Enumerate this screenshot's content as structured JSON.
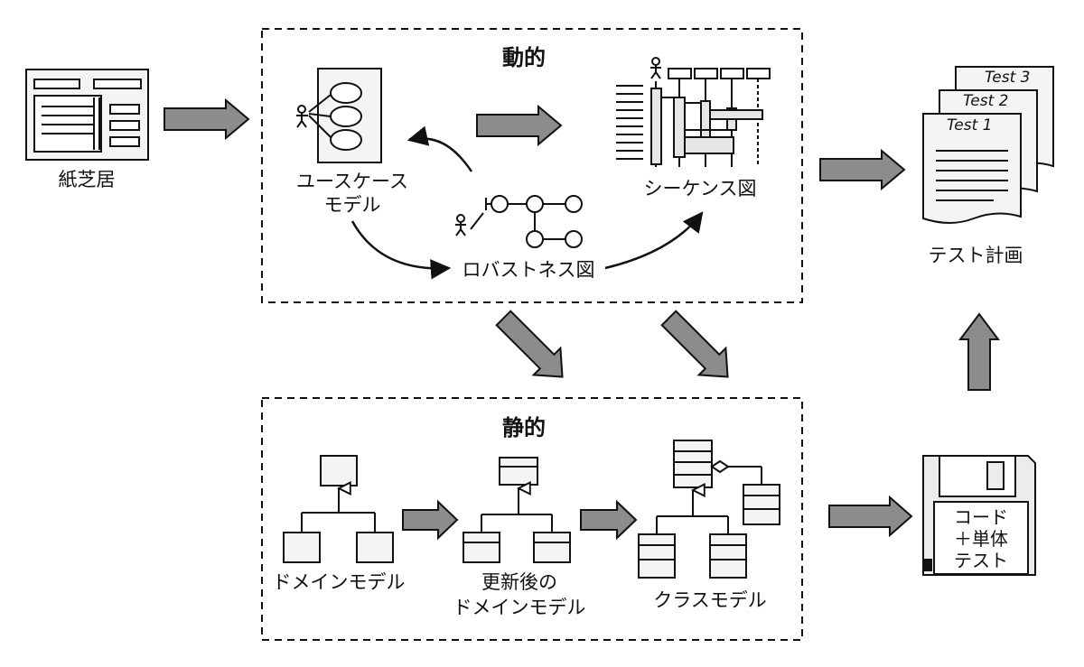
{
  "groups": {
    "dynamic": "動的",
    "static": "静的"
  },
  "nodes": {
    "shibai": "紙芝居",
    "usecase_l1": "ユースケース",
    "usecase_l2": "モデル",
    "robustness": "ロバストネス図",
    "sequence": "シーケンス図",
    "test_plan": "テスト計画",
    "test_docs": [
      "Test 3",
      "Test 2",
      "Test 1"
    ],
    "domain_model": "ドメインモデル",
    "updated_l1": "更新後の",
    "updated_l2": "ドメインモデル",
    "class_model": "クラスモデル",
    "code_l1": "コード",
    "code_l2": "＋単体",
    "code_l3": "テスト"
  },
  "colors": {
    "arrow_fill": "#8c8c8c",
    "stroke": "#111111",
    "paper": "#f4f4f4"
  }
}
